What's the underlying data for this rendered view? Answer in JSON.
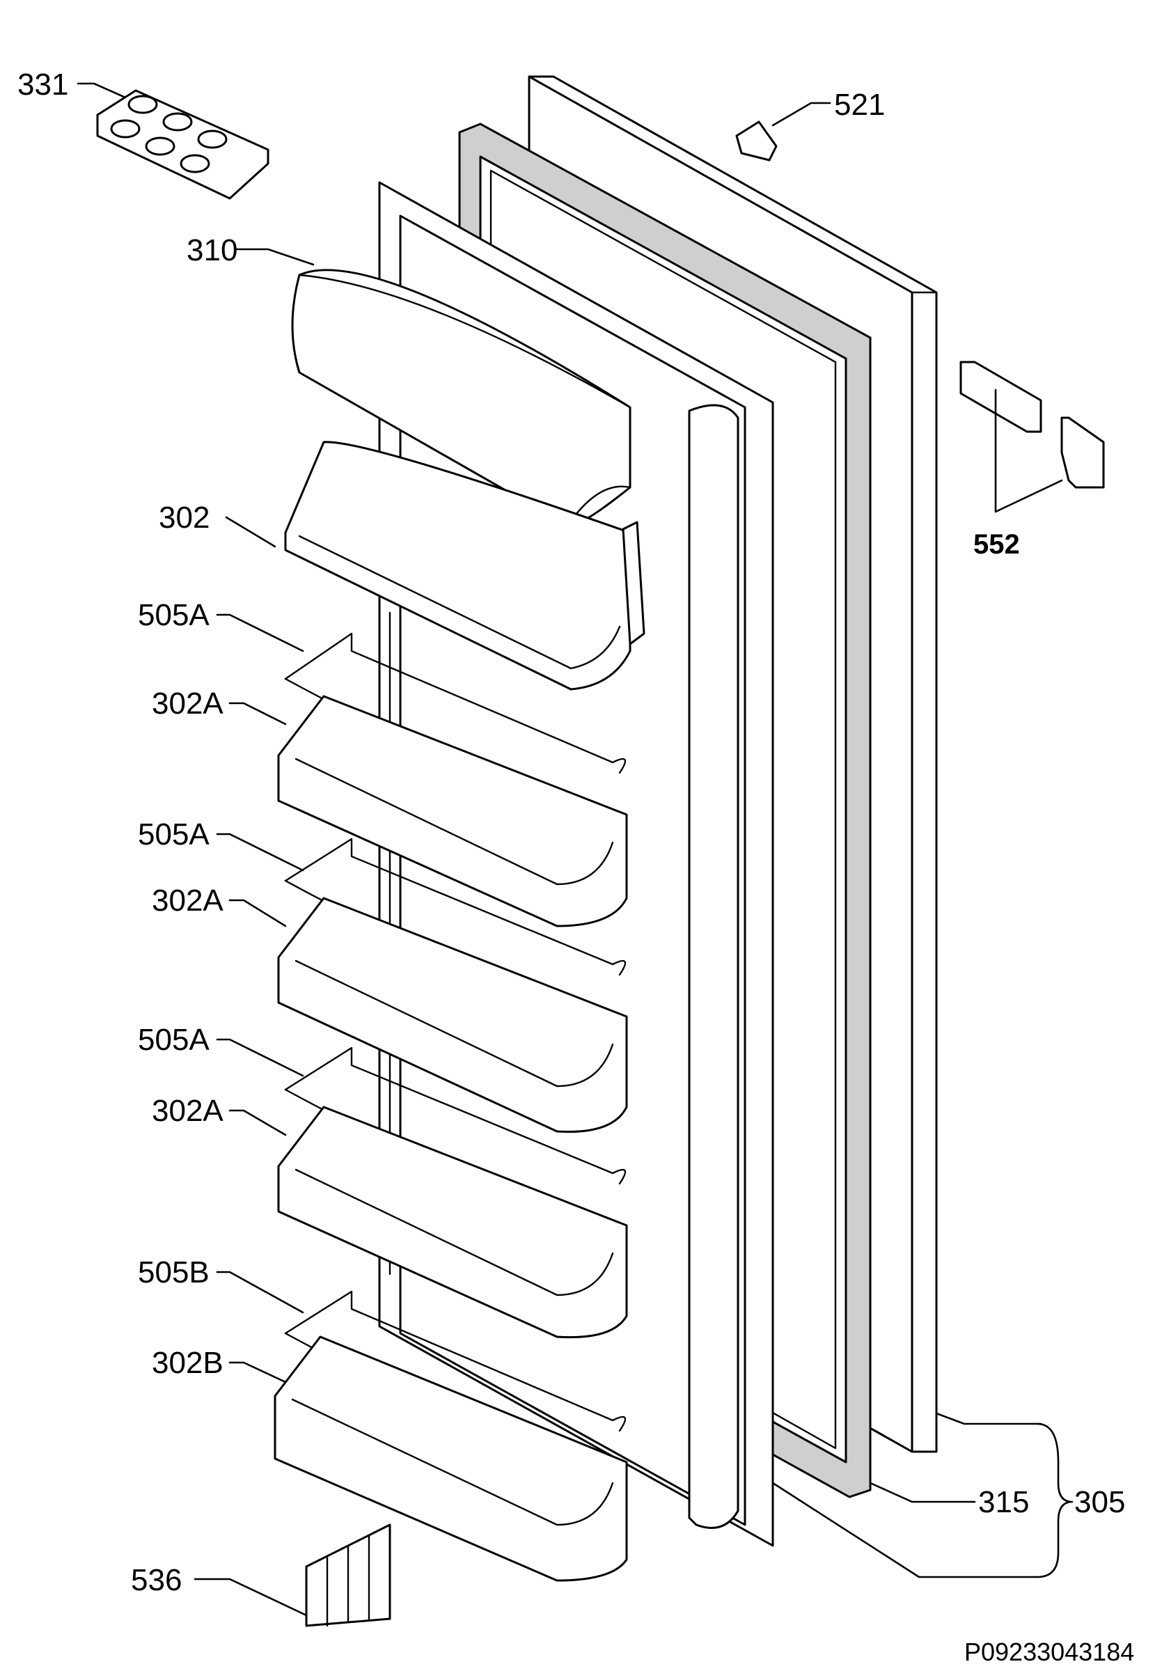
{
  "labels": {
    "egg_tray": "331",
    "cover": "521",
    "lid": "310",
    "upper_shelf": "302",
    "bar_1": "505A",
    "shelf_1": "302A",
    "bar_2": "505A",
    "shelf_2": "302A",
    "bar_3": "505A",
    "shelf_3": "302A",
    "bar_4": "505B",
    "shelf_4": "302B",
    "hinge": "552",
    "gasket": "315",
    "door_assembly": "305",
    "handle": "536"
  },
  "drawing_code": "P09233043184"
}
